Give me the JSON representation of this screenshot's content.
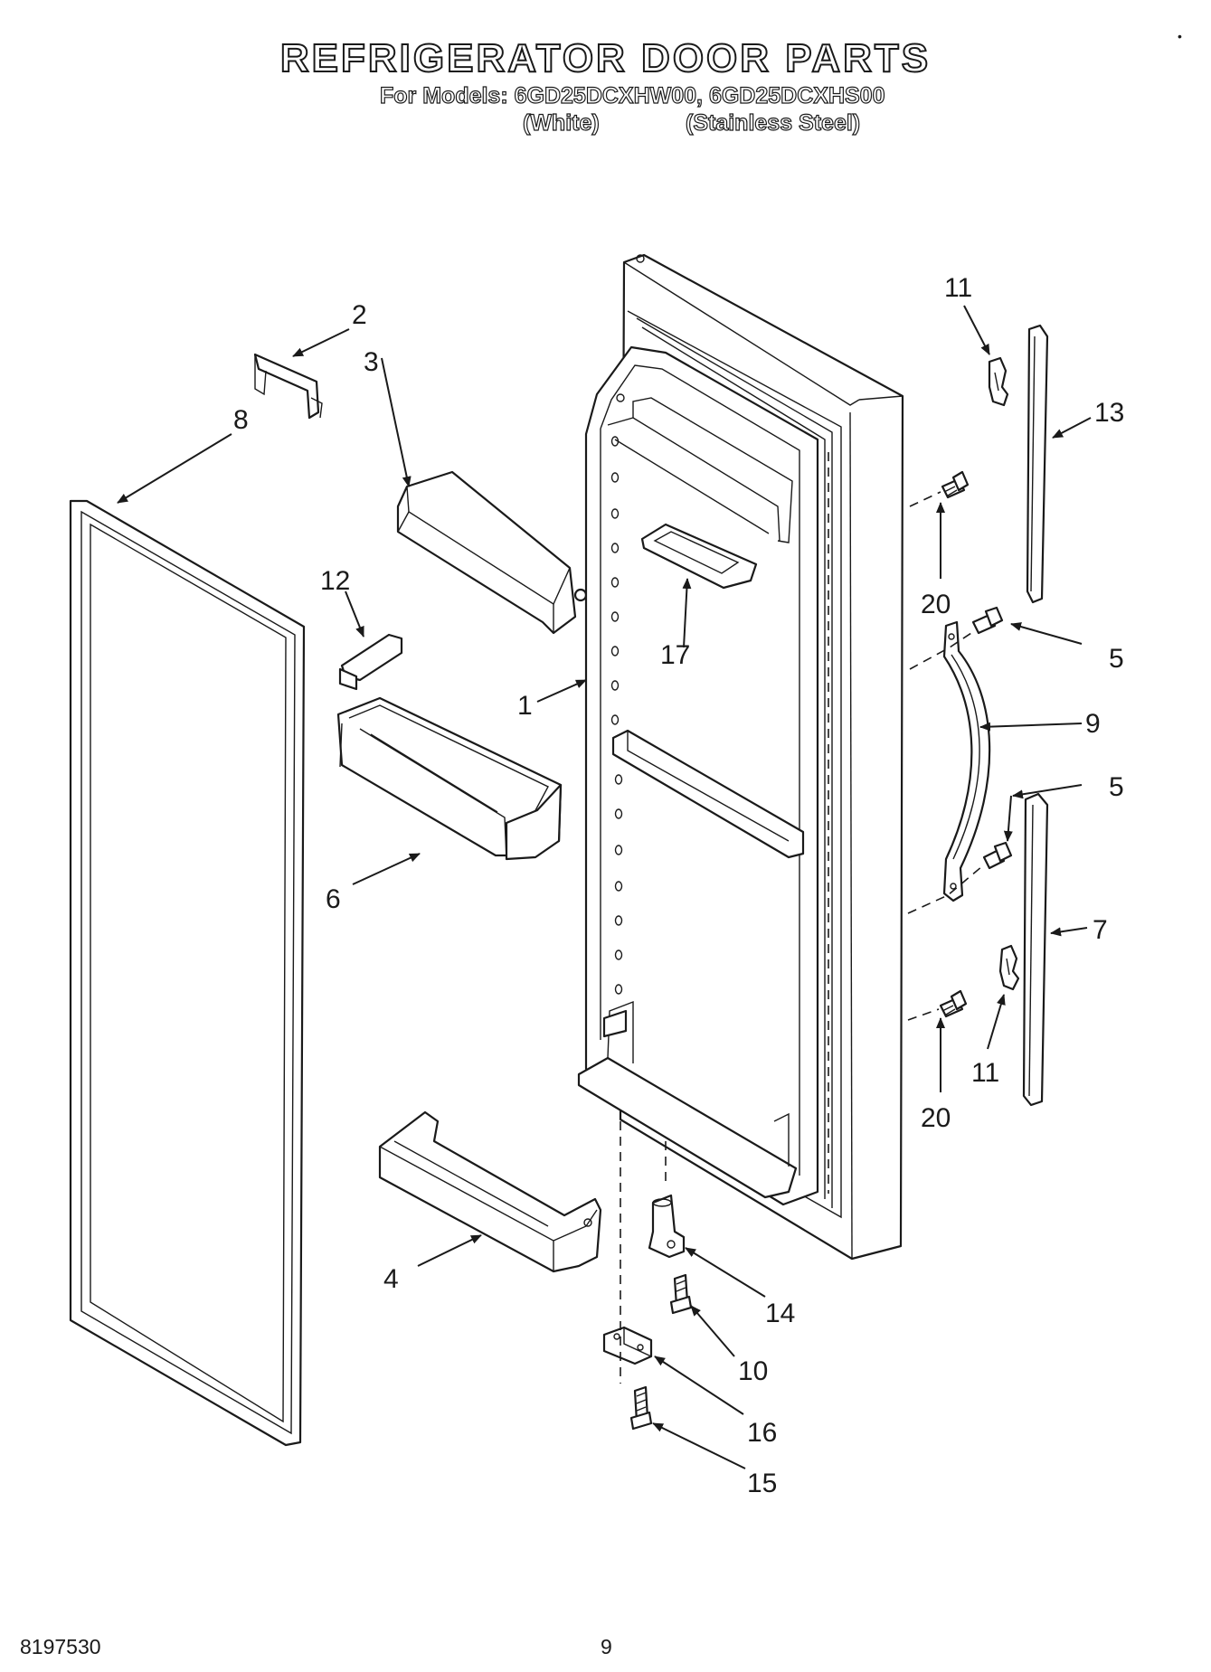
{
  "header": {
    "title": "REFRIGERATOR DOOR PARTS",
    "models_line": "For Models: 6GD25DCXHW00, 6GD25DCXHS00",
    "variant_white": "(White)",
    "variant_stainless": "(Stainless Steel)"
  },
  "footer": {
    "doc_number": "8197530",
    "page_number": "9"
  },
  "corner_mark": "•",
  "callouts": {
    "c1": "1",
    "c2": "2",
    "c3": "3",
    "c4": "4",
    "c5a": "5",
    "c5b": "5",
    "c6": "6",
    "c7": "7",
    "c8": "8",
    "c9": "9",
    "c10": "10",
    "c11a": "11",
    "c11b": "11",
    "c12": "12",
    "c13": "13",
    "c14": "14",
    "c15": "15",
    "c16": "16",
    "c17": "17",
    "c20a": "20",
    "c20b": "20"
  }
}
